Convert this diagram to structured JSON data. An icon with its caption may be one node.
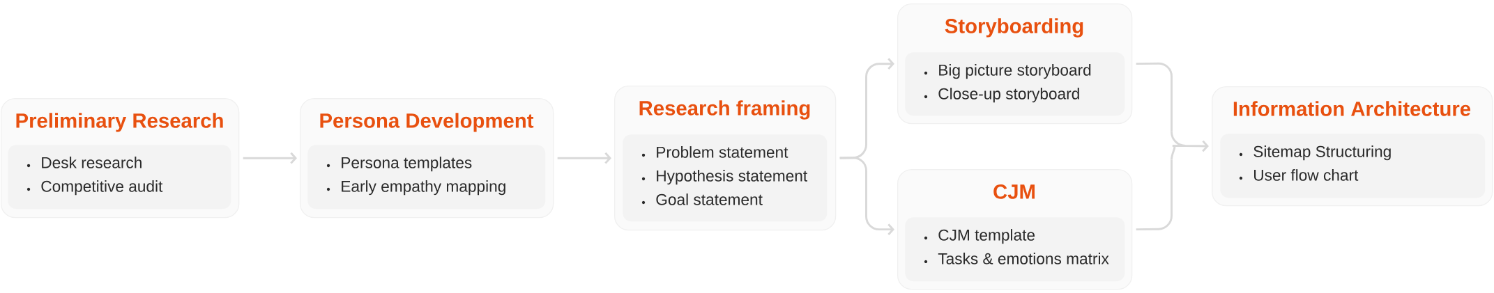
{
  "diagram": {
    "nodes": [
      {
        "text": [
          "Preliminary Research"
        ]
      },
      {
        "text": [
          "Desk research",
          "Competitive audit"
        ],
        "in": 0
      },
      {
        "text": [
          "Persona Development"
        ]
      },
      {
        "text": [
          "Persona templates",
          "Early empathy mapping"
        ],
        "in": 2
      },
      {
        "text": [
          "Research framing"
        ]
      },
      {
        "text": [
          "Problem statement",
          "Hypothesis statement",
          "Goal statement"
        ],
        "in": 4
      },
      {
        "text": [
          "Storyboarding"
        ]
      },
      {
        "text": [
          "Big picture storyboard",
          "Close-up storyboard"
        ],
        "in": 6
      },
      {
        "text": [
          "CJM"
        ]
      },
      {
        "text": [
          "CJM template",
          "Tasks & emotions matrix"
        ],
        "in": 8
      },
      {
        "text": [
          "Information Architecture"
        ]
      },
      {
        "text": [
          "Sitemap Structuring",
          "User flow chart"
        ],
        "in": 10
      }
    ],
    "edges": [
      {
        "from": 0,
        "to": 2,
        "arrow": "to"
      },
      {
        "from": 2,
        "to": 4,
        "arrow": "to"
      },
      {
        "from": 4,
        "to": 6,
        "arrow": "to"
      },
      {
        "from": 4,
        "to": 8,
        "arrow": "to"
      },
      {
        "from": 6,
        "to": 10,
        "arrow": "to"
      },
      {
        "from": 8,
        "to": 10,
        "arrow": "to"
      }
    ]
  }
}
